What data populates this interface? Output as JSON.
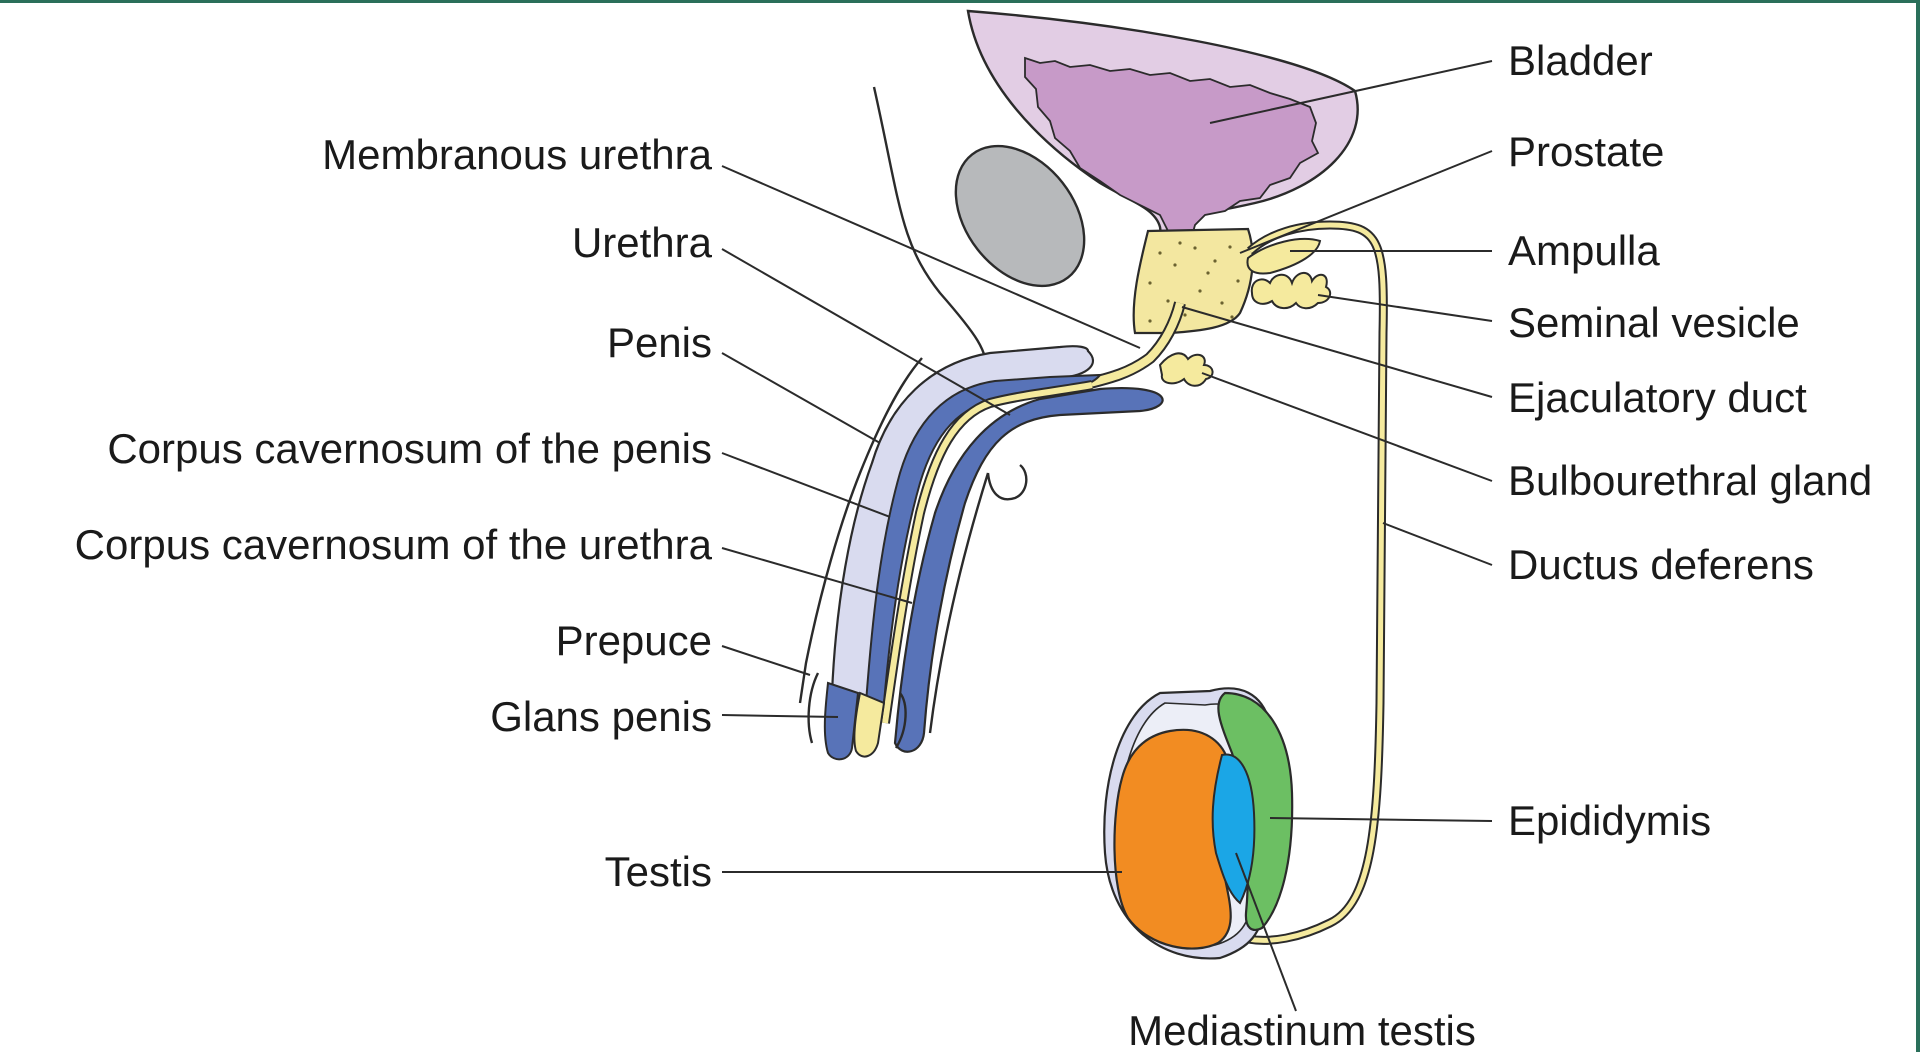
{
  "labels": {
    "left": {
      "membranous_urethra": "Membranous urethra",
      "urethra": "Urethra",
      "penis": "Penis",
      "corpus_cavernosum_penis": "Corpus cavernosum of the penis",
      "corpus_cavernosum_urethra": "Corpus cavernosum of the urethra",
      "prepuce": "Prepuce",
      "glans_penis": "Glans penis",
      "testis": "Testis"
    },
    "right": {
      "bladder": "Bladder",
      "prostate": "Prostate",
      "ampulla": "Ampulla",
      "seminal_vesicle": "Seminal vesicle",
      "ejaculatory_duct": "Ejaculatory duct",
      "bulbourethral_gland": "Bulbourethral gland",
      "ductus_deferens": "Ductus deferens",
      "epididymis": "Epididymis"
    },
    "bottom": {
      "mediastinum_testis": "Mediastinum testis"
    }
  },
  "colors": {
    "bladder_outer": "#e2cde4",
    "bladder_inner": "#c79ac8",
    "bone": "#b7b9bb",
    "prostate": "#f3e7a0",
    "duct_yellow": "#f5ea9e",
    "penis_sheath": "#d9dbef",
    "corpus_blue": "#5873b8",
    "testis_orange": "#f28c22",
    "epididymis_green": "#6cbf63",
    "mediastinum_blue": "#1ba6e6",
    "frame_green": "#2a6f5a"
  }
}
